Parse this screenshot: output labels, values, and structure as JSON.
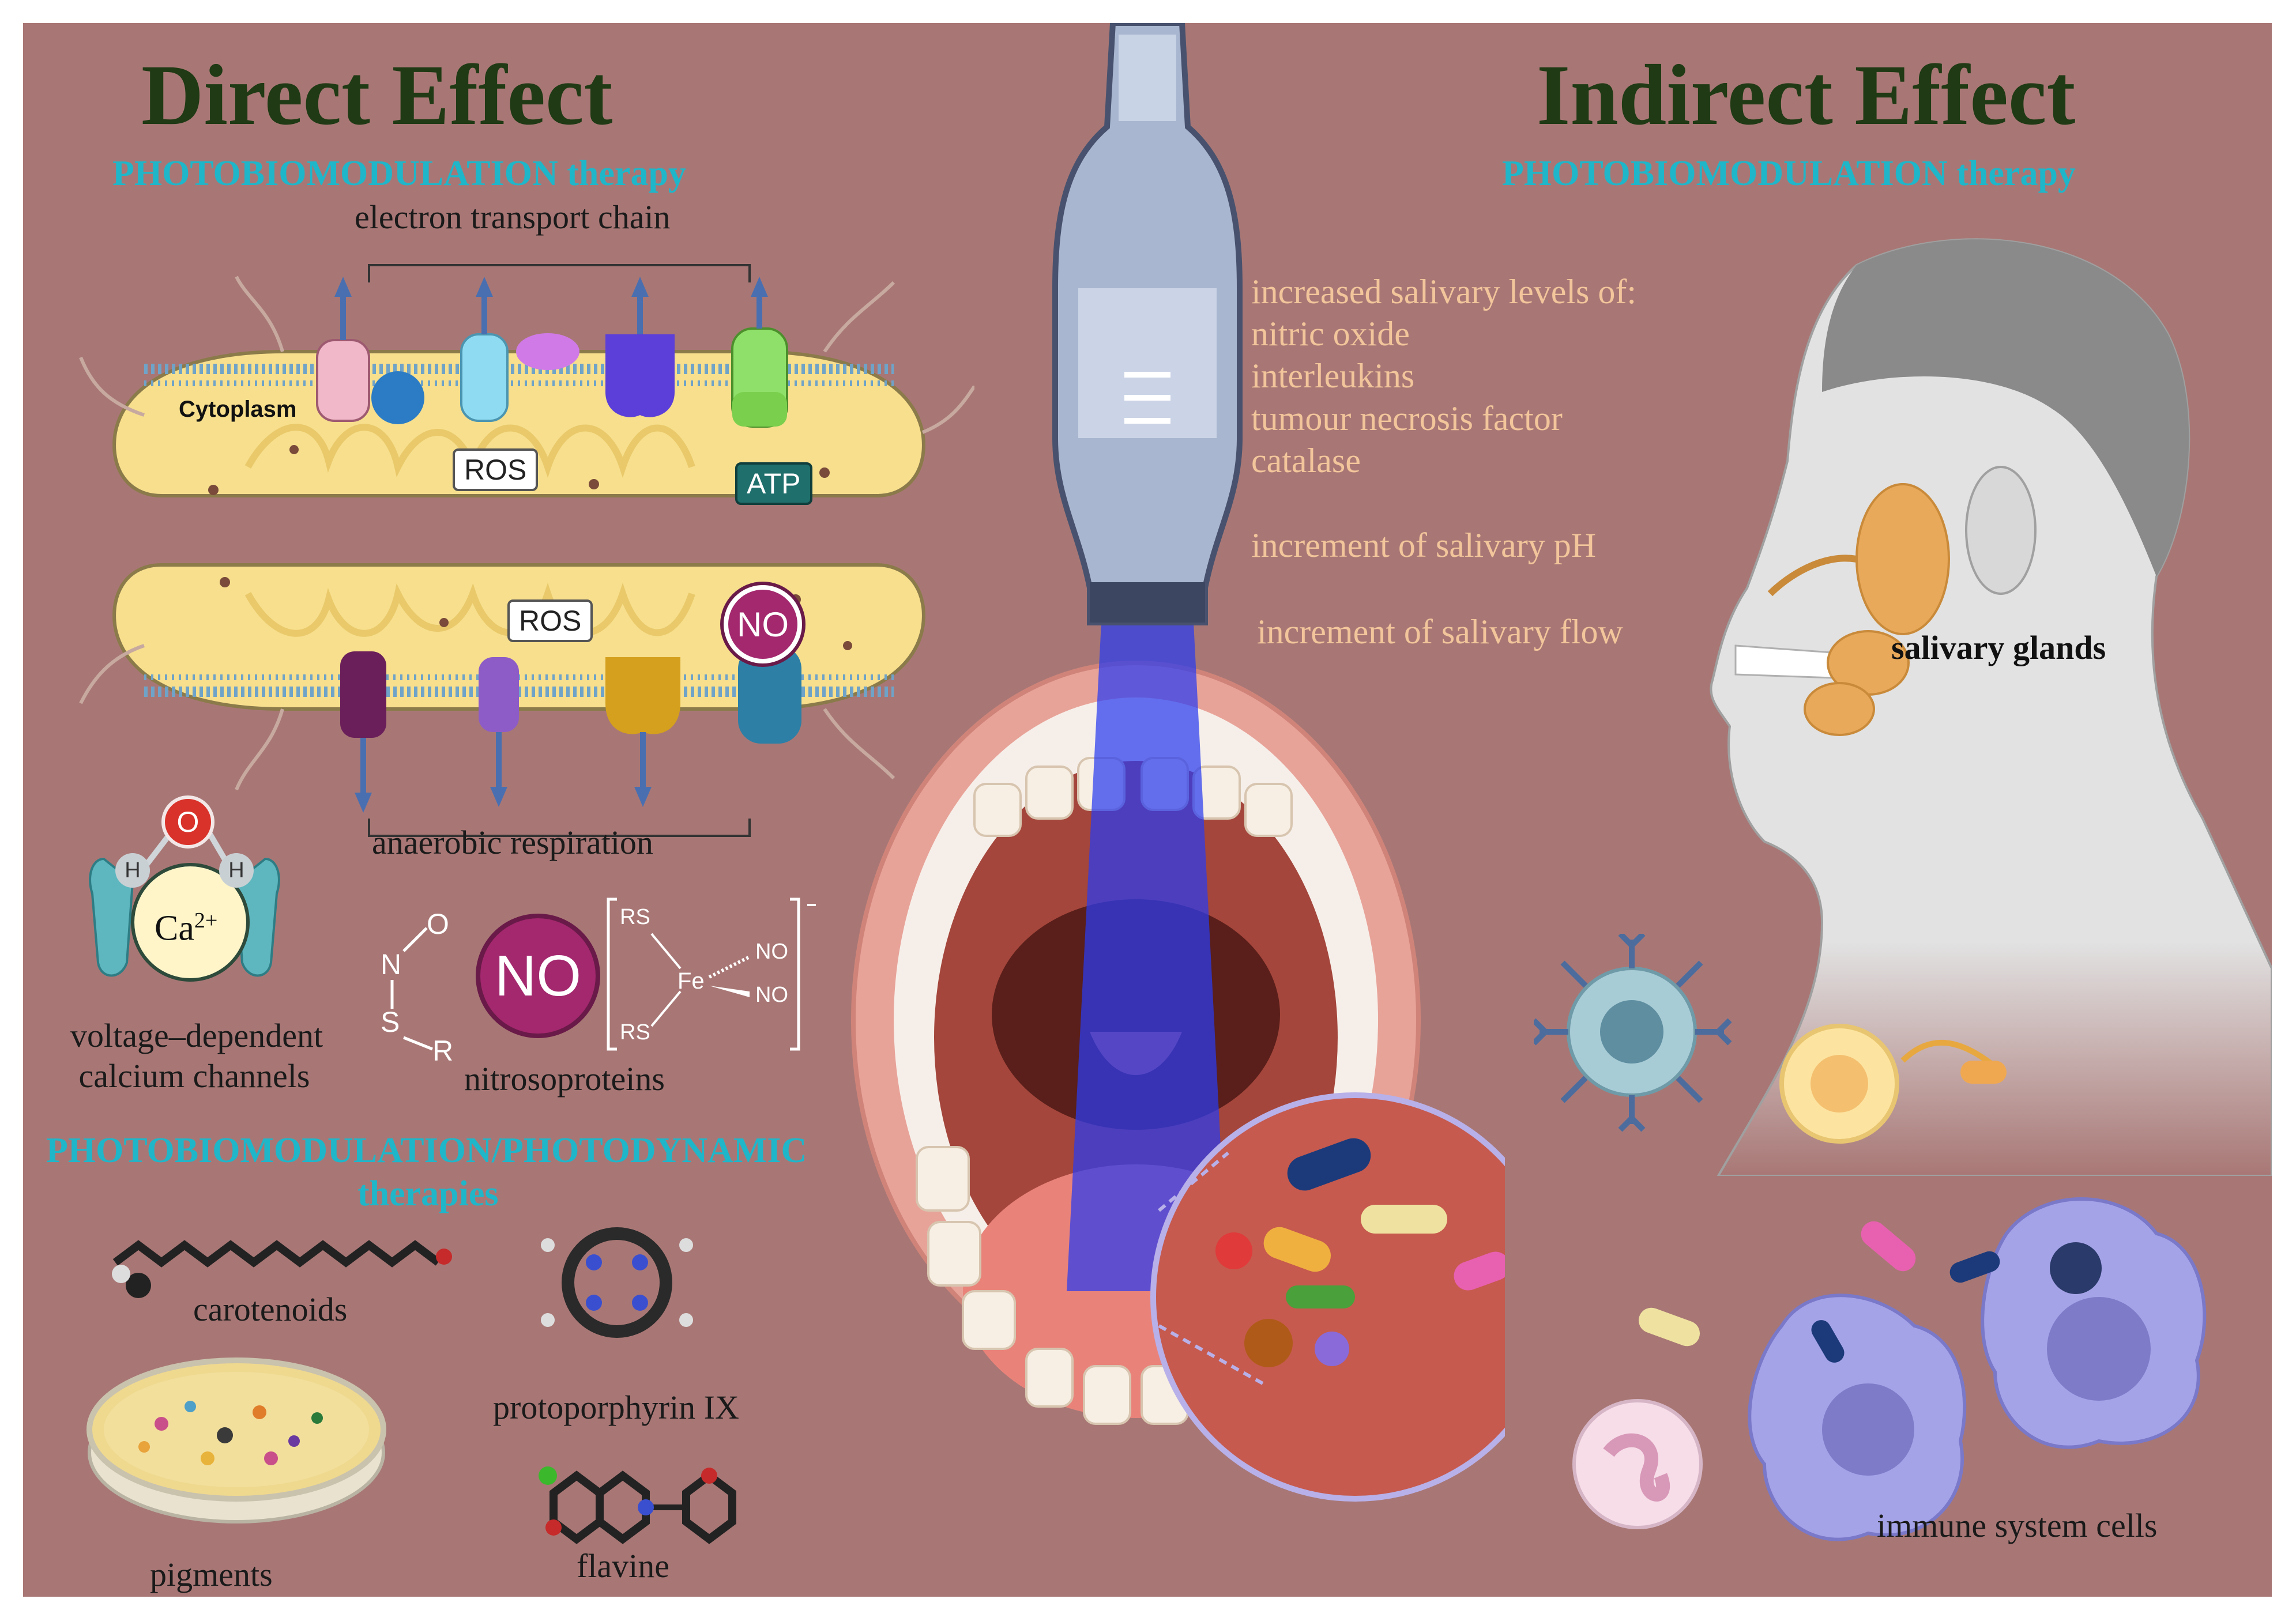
{
  "direct": {
    "title": "Direct Effect",
    "subtitle": "PHOTOBIOMODULATION therapy",
    "etc_label": "electron transport chain",
    "cytoplasm_label": "Cytoplasm",
    "ros_label": "ROS",
    "atp_label": "ATP",
    "no_label": "NO",
    "anaerobic_label": "anaerobic respiration",
    "ca_label": "Ca",
    "ca_sup": "2+",
    "o_label": "O",
    "h_label": "H",
    "vdcc_line1": "voltage–dependent",
    "vdcc_line2": "calcium channels",
    "nitroso_label": "nitrosoproteins",
    "fe_label": "Fe",
    "rs_label": "RS",
    "pdt_line1": "PHOTOBIOMODULATION/PHOTODYNAMIC",
    "pdt_line2": "therapies",
    "carotenoids_label": "carotenoids",
    "protoporphyrin_label": "protoporphyrin IX",
    "pigments_label": "pigments",
    "flavine_label": "flavine"
  },
  "indirect": {
    "title": "Indirect Effect",
    "subtitle": "PHOTOBIOMODULATION therapy",
    "effects": [
      "increased salivary levels  of:",
      "nitric oxide",
      "interleukins",
      "tumour necrosis factor",
      "catalase"
    ],
    "ph_label": "increment of salivary pH",
    "flow_label": "increment of salivary flow",
    "glands_label": "salivary glands",
    "immune_label": "immune system cells"
  },
  "colors": {
    "background": "#a87775",
    "title": "#1f3a14",
    "subtitle": "#1fb6c9",
    "effects_text": "#f3c59b",
    "light_beam": "#2a3cf0",
    "no_badge": "#a3286e"
  }
}
